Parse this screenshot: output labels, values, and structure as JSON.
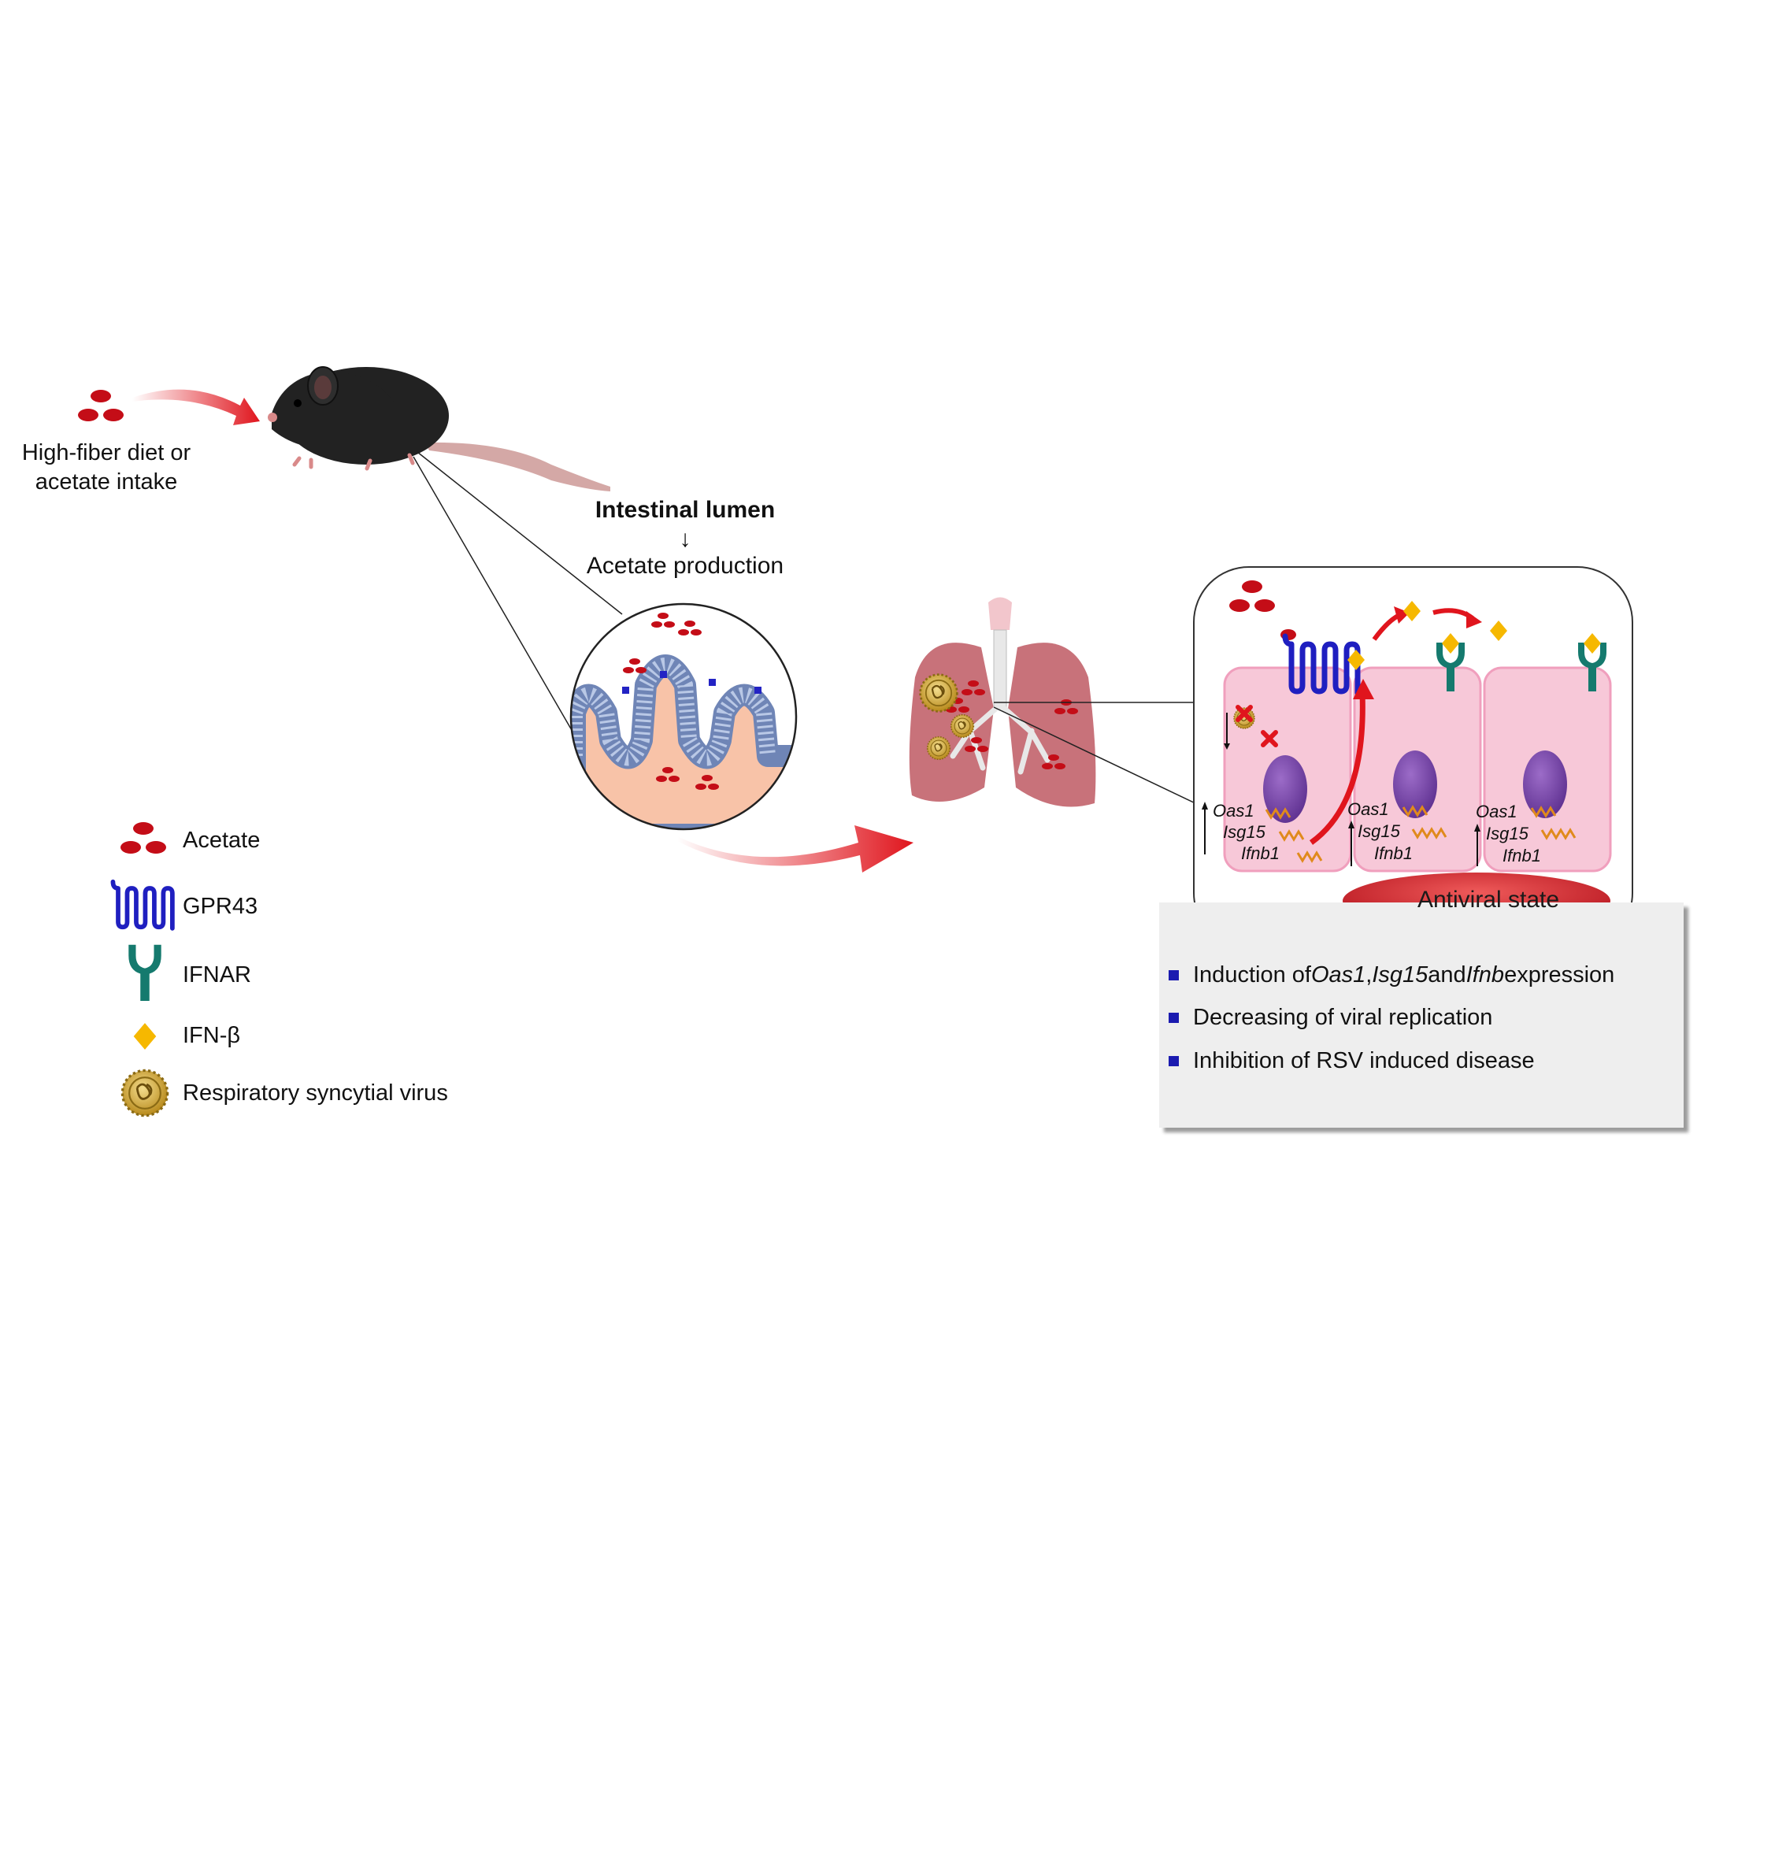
{
  "source": {
    "label_lines": [
      "High-fiber diet or",
      "acetate intake"
    ]
  },
  "gut": {
    "title": "Intestinal lumen",
    "arrow": "↓",
    "subtitle": "Acetate production"
  },
  "legend": [
    {
      "icon": "acetate-icon",
      "label": "Acetate"
    },
    {
      "icon": "gpr43-receptor-icon",
      "label": "GPR43"
    },
    {
      "icon": "ifnar-receptor-icon",
      "label": "IFNAR"
    },
    {
      "icon": "ifn-beta-icon",
      "label": "IFN-β"
    },
    {
      "icon": "rsv-virus-icon",
      "label": "Respiratory syncytial virus"
    }
  ],
  "cells": [
    {
      "gene_labels": [
        "Oas1",
        "Isg15",
        "Ifnb1"
      ]
    },
    {
      "gene_labels": [
        "Oas1",
        "Isg15",
        "Ifnb1"
      ]
    },
    {
      "gene_labels": [
        "Oas1",
        "Isg15",
        "Ifnb1"
      ]
    }
  ],
  "antiviral_state": "Antiviral state",
  "effects": {
    "item1": {
      "prefix": "Induction of ",
      "gene1": "Oas1",
      "sep": ", ",
      "gene2": "Isg15",
      "and": " and ",
      "gene3": "Ifnb",
      "suffix": " expression"
    },
    "item2": "Decreasing of viral replication",
    "item3": "Inhibition of RSV induced disease"
  },
  "colors": {
    "acetate": "#c40d17",
    "gpr43": "#1f1fc0",
    "ifnar": "#157a6e",
    "ifn_beta": "#f6b800",
    "cell_fill": "#f7c8d8",
    "nucleus": "#7a4aa8",
    "arrow_red": "#e0151d"
  }
}
